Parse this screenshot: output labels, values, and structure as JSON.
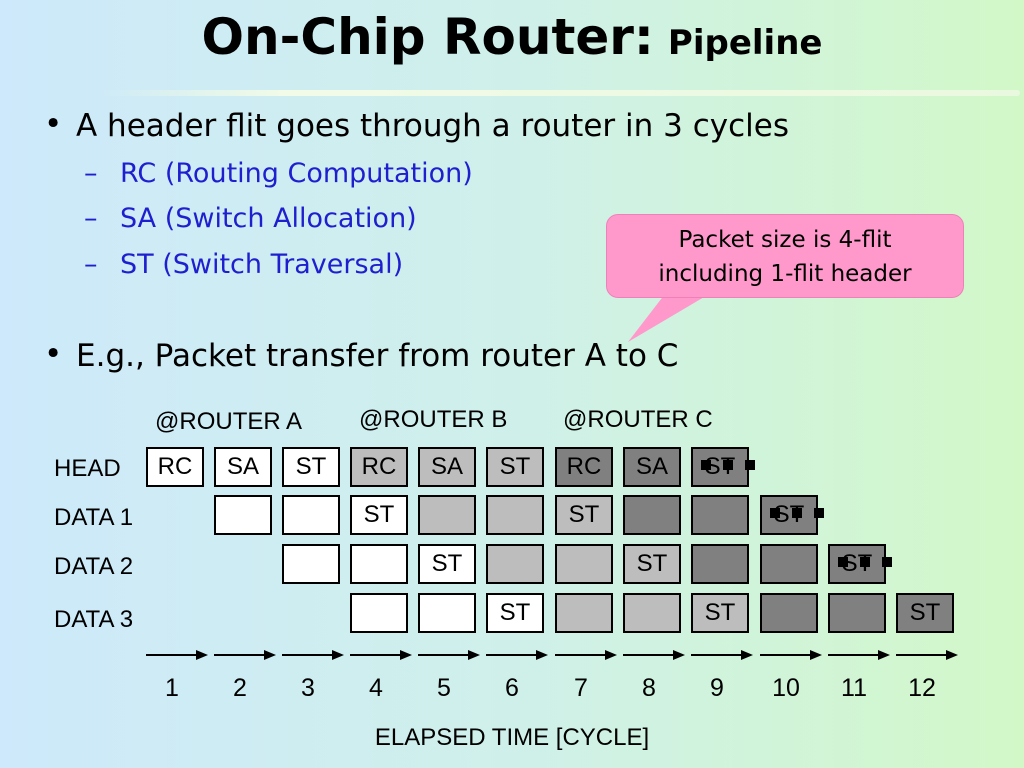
{
  "slide": {
    "title": "On-Chip Router:",
    "subtitle": "Pipeline",
    "bullets": [
      "A header flit goes through a router in 3 cycles",
      "E.g., Packet transfer from router A to C"
    ],
    "bullet_marker": "•",
    "sub_marker": "–",
    "sub_bullets": [
      "RC (Routing Computation)",
      "SA (Switch Allocation)",
      "ST (Switch Traversal)"
    ],
    "callout": {
      "line1": "Packet size is 4-flit",
      "line2": "including 1-flit header"
    }
  },
  "diagram": {
    "router_labels": [
      "@ROUTER A",
      "@ROUTER B",
      "@ROUTER C"
    ],
    "rows": [
      {
        "label": "HEAD",
        "cells": [
          {
            "cycle": 1,
            "text": "RC",
            "shade": "white"
          },
          {
            "cycle": 2,
            "text": "SA",
            "shade": "white"
          },
          {
            "cycle": 3,
            "text": "ST",
            "shade": "white"
          },
          {
            "cycle": 4,
            "text": "RC",
            "shade": "light"
          },
          {
            "cycle": 5,
            "text": "SA",
            "shade": "light"
          },
          {
            "cycle": 6,
            "text": "ST",
            "shade": "light"
          },
          {
            "cycle": 7,
            "text": "RC",
            "shade": "dark"
          },
          {
            "cycle": 8,
            "text": "SA",
            "shade": "dark"
          },
          {
            "cycle": 9,
            "text": "ST",
            "shade": "dark"
          }
        ],
        "ellipsis_after": 9
      },
      {
        "label": "DATA 1",
        "cells": [
          {
            "cycle": 2,
            "text": "",
            "shade": "white"
          },
          {
            "cycle": 3,
            "text": "",
            "shade": "white"
          },
          {
            "cycle": 4,
            "text": "ST",
            "shade": "white"
          },
          {
            "cycle": 5,
            "text": "",
            "shade": "light"
          },
          {
            "cycle": 6,
            "text": "",
            "shade": "light"
          },
          {
            "cycle": 7,
            "text": "ST",
            "shade": "light"
          },
          {
            "cycle": 8,
            "text": "",
            "shade": "dark"
          },
          {
            "cycle": 9,
            "text": "",
            "shade": "dark"
          },
          {
            "cycle": 10,
            "text": "ST",
            "shade": "dark"
          }
        ],
        "ellipsis_after": 10
      },
      {
        "label": "DATA 2",
        "cells": [
          {
            "cycle": 3,
            "text": "",
            "shade": "white"
          },
          {
            "cycle": 4,
            "text": "",
            "shade": "white"
          },
          {
            "cycle": 5,
            "text": "ST",
            "shade": "white"
          },
          {
            "cycle": 6,
            "text": "",
            "shade": "light"
          },
          {
            "cycle": 7,
            "text": "",
            "shade": "light"
          },
          {
            "cycle": 8,
            "text": "ST",
            "shade": "light"
          },
          {
            "cycle": 9,
            "text": "",
            "shade": "dark"
          },
          {
            "cycle": 10,
            "text": "",
            "shade": "dark"
          },
          {
            "cycle": 11,
            "text": "ST",
            "shade": "dark"
          }
        ],
        "ellipsis_after": 11
      },
      {
        "label": "DATA 3",
        "cells": [
          {
            "cycle": 4,
            "text": "",
            "shade": "white"
          },
          {
            "cycle": 5,
            "text": "",
            "shade": "white"
          },
          {
            "cycle": 6,
            "text": "ST",
            "shade": "white"
          },
          {
            "cycle": 7,
            "text": "",
            "shade": "light"
          },
          {
            "cycle": 8,
            "text": "",
            "shade": "light"
          },
          {
            "cycle": 9,
            "text": "ST",
            "shade": "light"
          },
          {
            "cycle": 10,
            "text": "",
            "shade": "dark"
          },
          {
            "cycle": 11,
            "text": "",
            "shade": "dark"
          },
          {
            "cycle": 12,
            "text": "ST",
            "shade": "dark"
          }
        ]
      }
    ],
    "cycles": [
      "1",
      "2",
      "3",
      "4",
      "5",
      "6",
      "7",
      "8",
      "9",
      "10",
      "11",
      "12"
    ],
    "axis_label": "ELAPSED TIME [CYCLE]",
    "colors": {
      "white": "#ffffff",
      "light": "#bdbdbd",
      "dark": "#808080",
      "sub_bullet_text": "#1f1fcf",
      "callout_fill": "#ff99cc"
    }
  }
}
